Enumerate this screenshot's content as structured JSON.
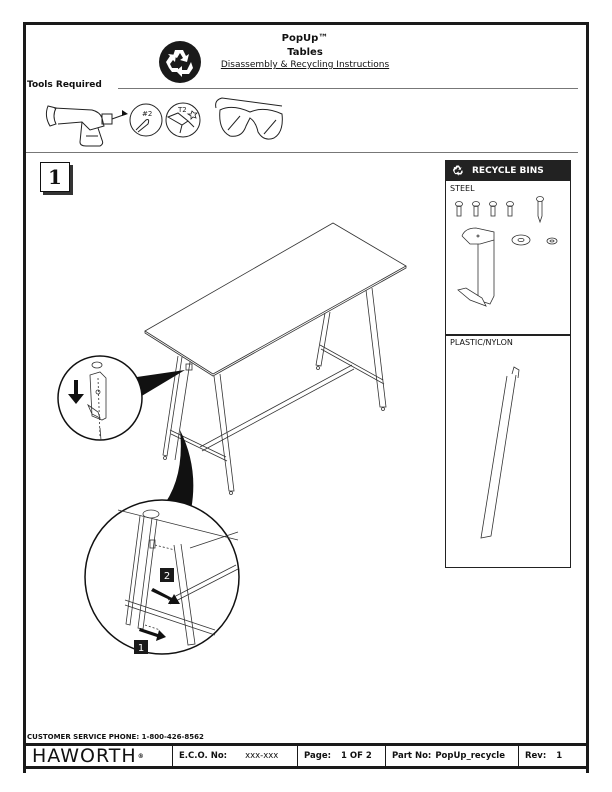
{
  "header": {
    "product": "PopUp™",
    "subtitle": "Tables",
    "doc_title": "Disassembly & Recycling Instructions"
  },
  "tools": {
    "label": "Tools Required",
    "items": [
      {
        "name": "cordless-drill"
      },
      {
        "name": "phillips-bit",
        "label": "#2"
      },
      {
        "name": "torx-bit",
        "label": "T2"
      },
      {
        "name": "safety-glasses"
      }
    ]
  },
  "step": {
    "number": "1",
    "callouts": [
      "1",
      "2"
    ]
  },
  "recycle_bins": {
    "title": "RECYCLE BINS",
    "sections": [
      {
        "label": "STEEL",
        "parts": [
          "screw",
          "screw",
          "screw",
          "screw",
          "wood-screw",
          "bracket",
          "washer-large",
          "washer-small"
        ]
      },
      {
        "label": "PLASTIC/NYLON",
        "parts": [
          "plastic-strip"
        ]
      }
    ]
  },
  "footer": {
    "phone": "CUSTOMER SERVICE PHONE: 1-800-426-8562",
    "brand": "HAWORTH",
    "brand_mark": "®",
    "eco_label": "E.C.O. No:",
    "eco_value": "xxx-xxx",
    "page_label": "Page:",
    "page_value": "1 OF 2",
    "part_label": "Part No:",
    "part_value": "PopUp_recycle",
    "rev_label": "Rev:",
    "rev_value": "1"
  }
}
